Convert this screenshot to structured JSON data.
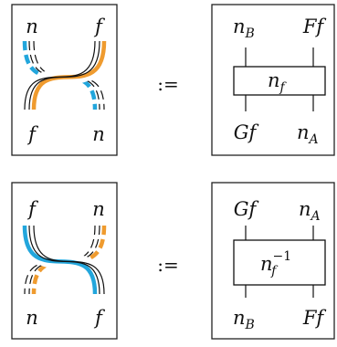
{
  "colors": {
    "cyan": "#22a6dc",
    "orange": "#ef9b2f",
    "ink": "#111111",
    "frame": "#222222"
  },
  "definition_symbol": ":=",
  "rows": [
    {
      "braid": {
        "top_left": "n",
        "top_right": "f",
        "bottom_left": "f",
        "bottom_right": "n",
        "over_strand": "orange"
      },
      "box": {
        "top_left": "n",
        "top_left_sub": "B",
        "top_right": "Ff",
        "label_base": "n",
        "label_sub": "f",
        "label_sup": "",
        "bottom_left": "Gf",
        "bottom_right": "n",
        "bottom_right_sub": "A"
      }
    },
    {
      "braid": {
        "top_left": "f",
        "top_right": "n",
        "bottom_left": "n",
        "bottom_right": "f",
        "over_strand": "cyan"
      },
      "box": {
        "top_left": "Gf",
        "top_right": "n",
        "top_right_sub": "A",
        "label_base": "n",
        "label_sub": "f",
        "label_sup": "−1",
        "bottom_left": "n",
        "bottom_left_sub": "B",
        "bottom_right": "Ff"
      }
    }
  ]
}
